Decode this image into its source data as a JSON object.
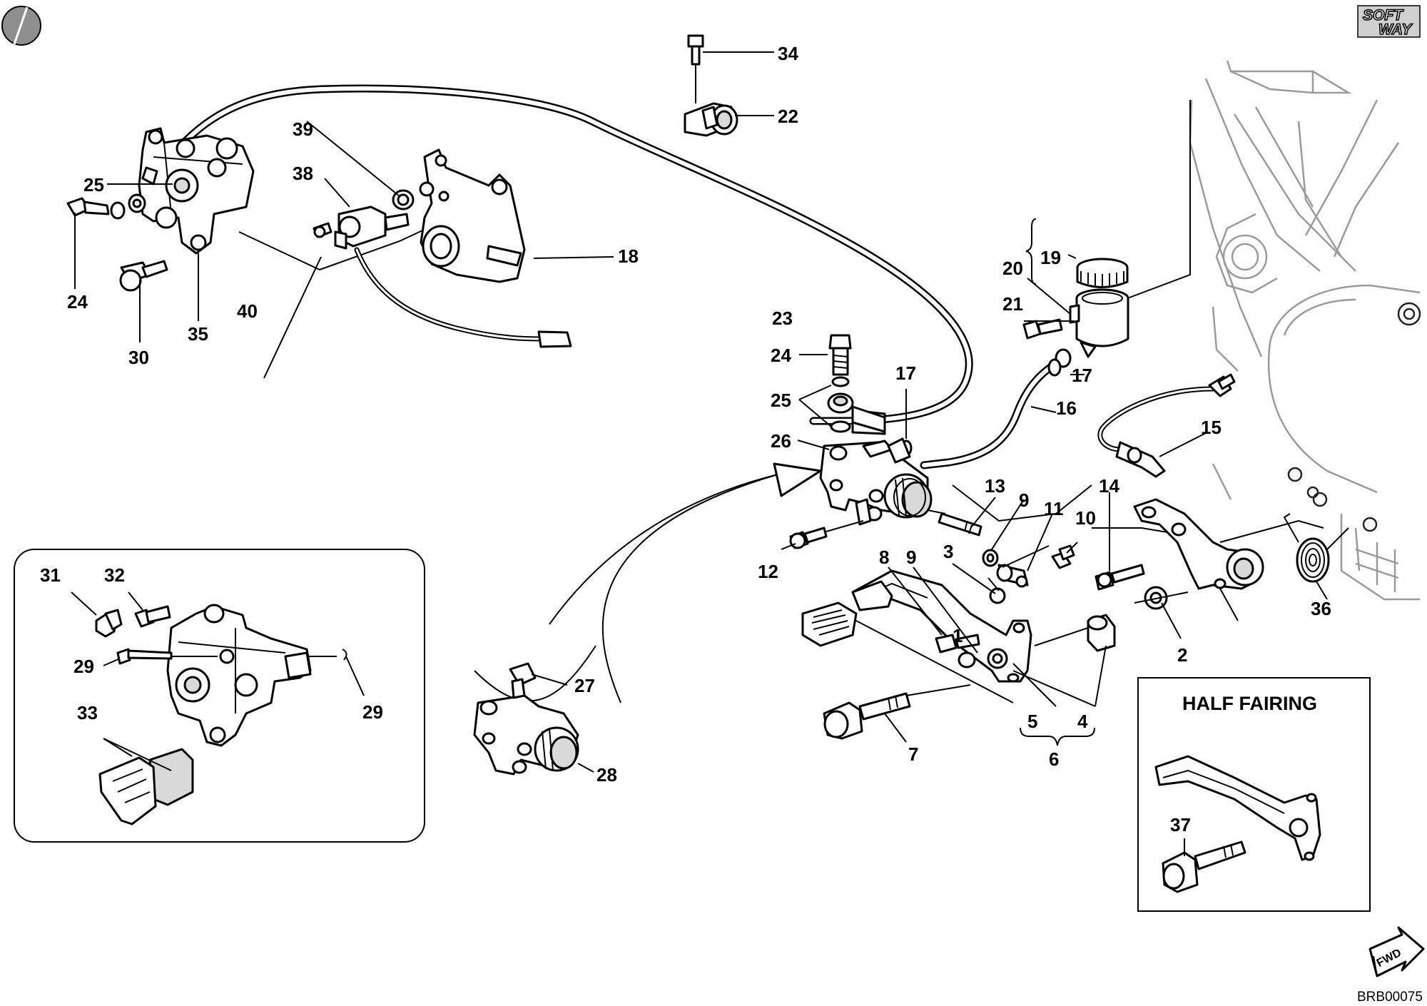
{
  "diagram": {
    "code": "BRB00075",
    "brand_logo": {
      "line1": "SOFT",
      "line2": "WAY"
    },
    "corner_mark_icon": "half-disc-mark",
    "fwd_label": "FWD",
    "inset_half_fairing": {
      "title": "HALF FAIRING",
      "callouts": [
        "37"
      ]
    },
    "callouts": [
      "1",
      "2",
      "3",
      "4",
      "5",
      "6",
      "7",
      "8",
      "9",
      "9",
      "10",
      "11",
      "12",
      "13",
      "14",
      "15",
      "16",
      "17",
      "17",
      "18",
      "19",
      "20",
      "21",
      "22",
      "23",
      "24",
      "24",
      "25",
      "25",
      "26",
      "27",
      "28",
      "29",
      "29",
      "30",
      "31",
      "32",
      "33",
      "34",
      "35",
      "36",
      "38",
      "39",
      "40"
    ]
  }
}
